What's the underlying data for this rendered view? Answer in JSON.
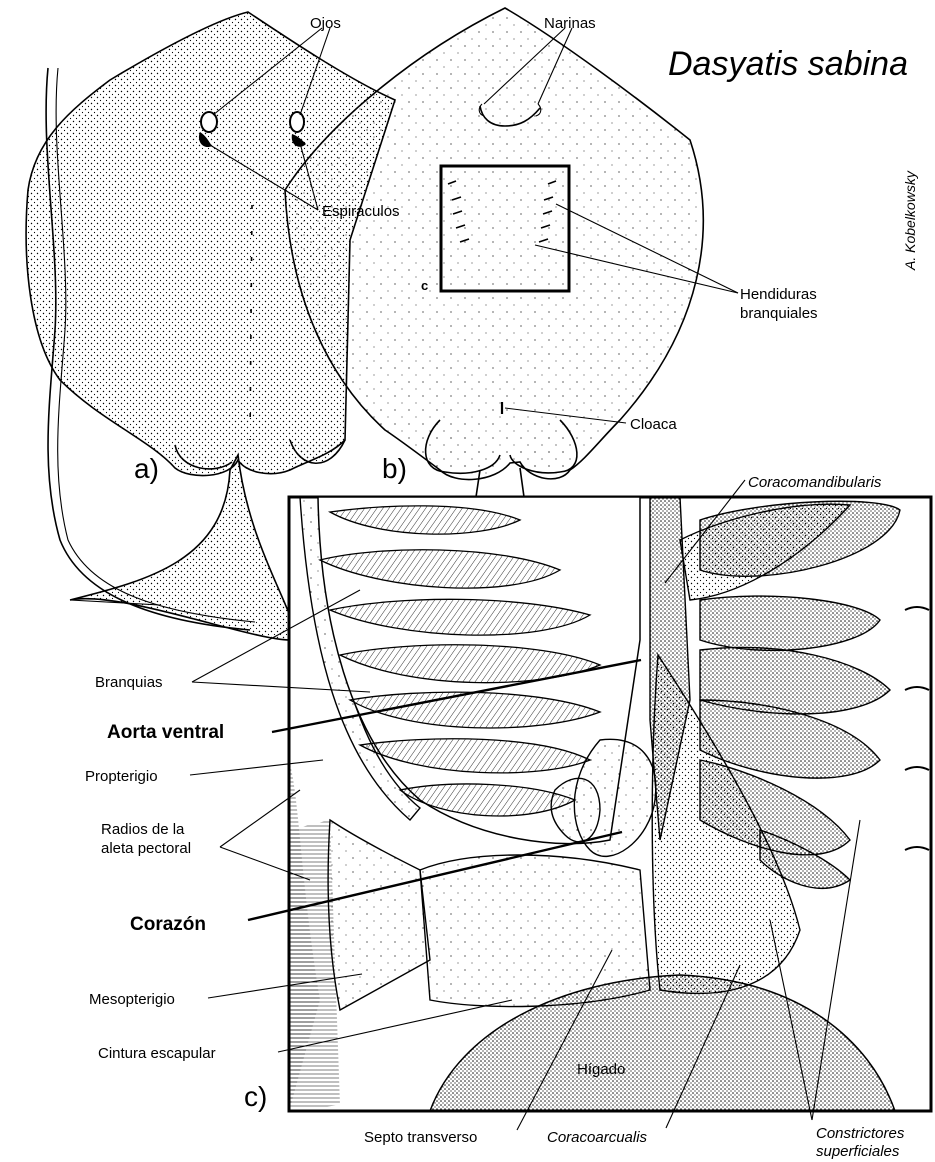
{
  "title": "Dasyatis sabina",
  "credit": "A. Kobelkowsky",
  "panels": {
    "a": "a)",
    "b": "b)",
    "c": "c)"
  },
  "inset_label": "c",
  "labels": {
    "ojos": "Ojos",
    "narinas": "Narinas",
    "espiraculos": "Espiráculos",
    "hendiduras_1": "Hendiduras",
    "hendiduras_2": "branquiales",
    "cloaca": "Cloaca",
    "coracomandibularis": "Coracomandibularis",
    "branquias": "Branquias",
    "aorta_ventral": "Aorta ventral",
    "propterigio": "Propterigio",
    "radios_1": "Radios de la",
    "radios_2": "aleta pectoral",
    "corazon": "Corazón",
    "mesopterigio": "Mesopterigio",
    "cintura_escapular": "Cintura escapular",
    "higado": "Hígado",
    "septo_transverso": "Septo transverso",
    "coracoarcualis": "Coracoarcualis",
    "constrictores_1": "Constrictores",
    "constrictores_2": "superficiales"
  }
}
